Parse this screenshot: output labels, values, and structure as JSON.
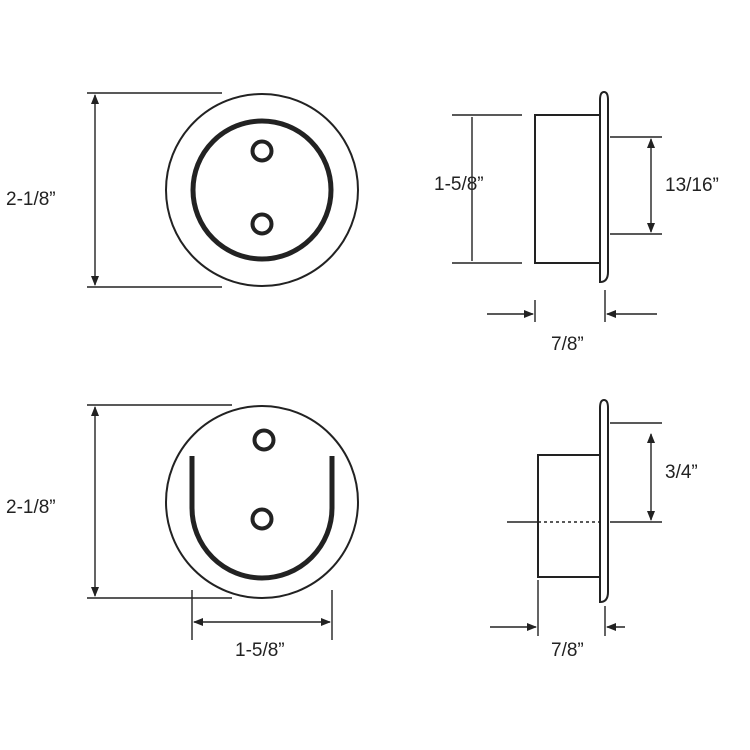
{
  "dimensions": {
    "top_front_diameter": "2-1/8”",
    "top_side_height": "1-5/8”",
    "top_side_hole_spacing": "13/16”",
    "top_side_depth": "7/8”",
    "bottom_front_diameter": "2-1/8”",
    "bottom_front_opening": "1-5/8”",
    "bottom_side_offset": "3/4”",
    "bottom_side_depth": "7/8”"
  },
  "colors": {
    "line": "#222222",
    "background": "#ffffff"
  }
}
